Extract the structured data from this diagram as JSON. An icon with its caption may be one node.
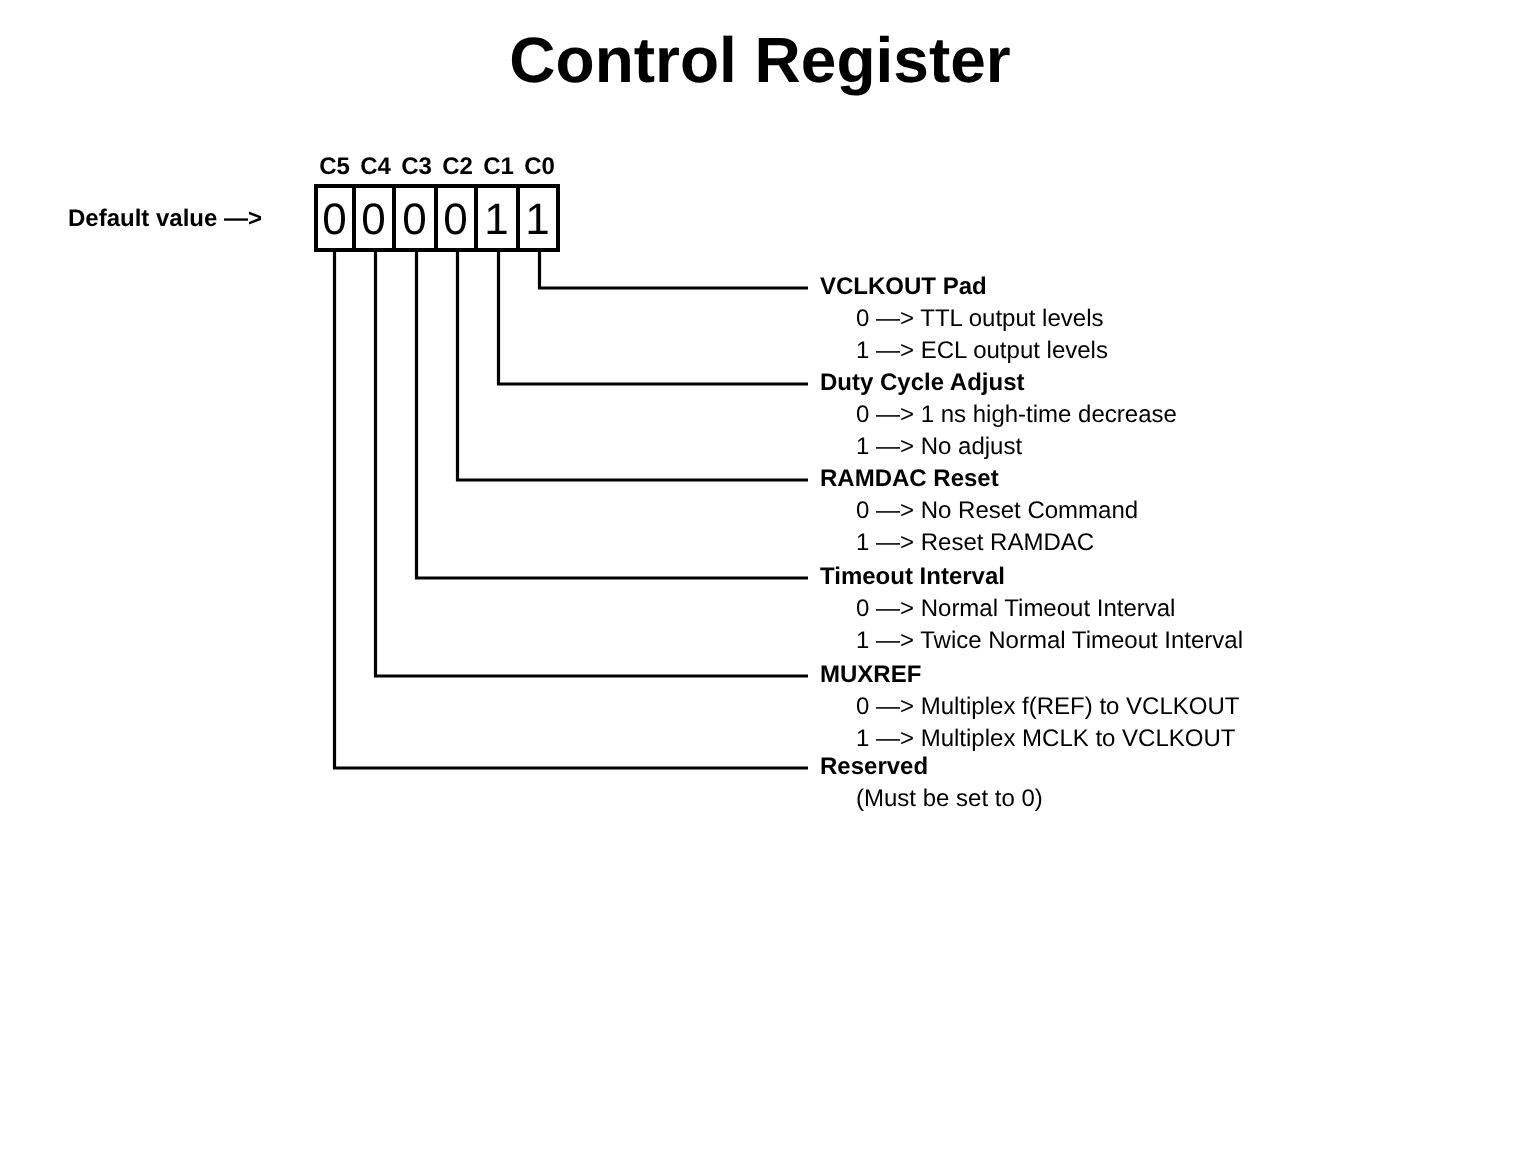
{
  "diagram": {
    "title": "Control Register",
    "nodes": [
      {
        "text": [
          "0"
        ]
      },
      {
        "text": [
          "0"
        ]
      },
      {
        "text": [
          "0"
        ]
      },
      {
        "text": [
          "0"
        ]
      },
      {
        "text": [
          "1"
        ]
      },
      {
        "text": [
          "1"
        ]
      },
      {
        "text": [
          "VCLKOUT Pad",
          "0 —> TTL output levels",
          "1 —> ECL output levels"
        ]
      },
      {
        "text": [
          "Duty Cycle Adjust",
          "0 —> 1 ns high-time decrease",
          "1 —> No adjust"
        ]
      },
      {
        "text": [
          "RAMDAC Reset",
          "0 —> No Reset Command",
          "1 —> Reset RAMDAC"
        ]
      },
      {
        "text": [
          "Timeout Interval",
          "0 —> Normal Timeout Interval",
          "1 —> Twice Normal Timeout Interval"
        ]
      },
      {
        "text": [
          "MUXREF",
          "0 —> Multiplex f(REF) to VCLKOUT",
          "1 —> Multiplex MCLK to VCLKOUT"
        ]
      },
      {
        "text": [
          "Reserved",
          "(Must be set to 0)"
        ]
      }
    ],
    "edges": [
      {
        "from": 5,
        "to": 6,
        "arrow": "none"
      },
      {
        "from": 4,
        "to": 7,
        "arrow": "none"
      },
      {
        "from": 3,
        "to": 8,
        "arrow": "none"
      },
      {
        "from": 2,
        "to": 9,
        "arrow": "none"
      },
      {
        "from": 1,
        "to": 10,
        "arrow": "none"
      },
      {
        "from": 0,
        "to": 11,
        "arrow": "none"
      }
    ],
    "labels": [
      "C5",
      "C4",
      "C3",
      "C2",
      "C1",
      "C0",
      "Default value —>"
    ]
  }
}
